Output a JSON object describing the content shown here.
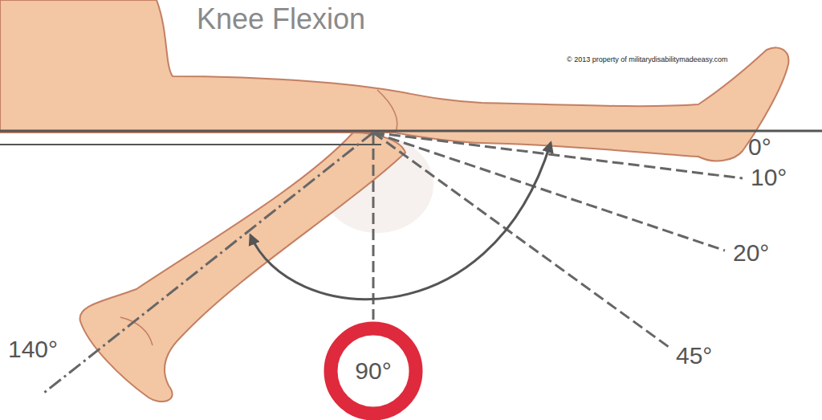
{
  "diagram": {
    "title": "Knee Flexion",
    "nodes": [
      {
        "text": [
          "90°"
        ]
      }
    ],
    "labels": [
      "© 2013 property of militarydisabilitymadeeasy.com",
      "0°",
      "10°",
      "20°",
      "45°",
      "140°"
    ]
  }
}
